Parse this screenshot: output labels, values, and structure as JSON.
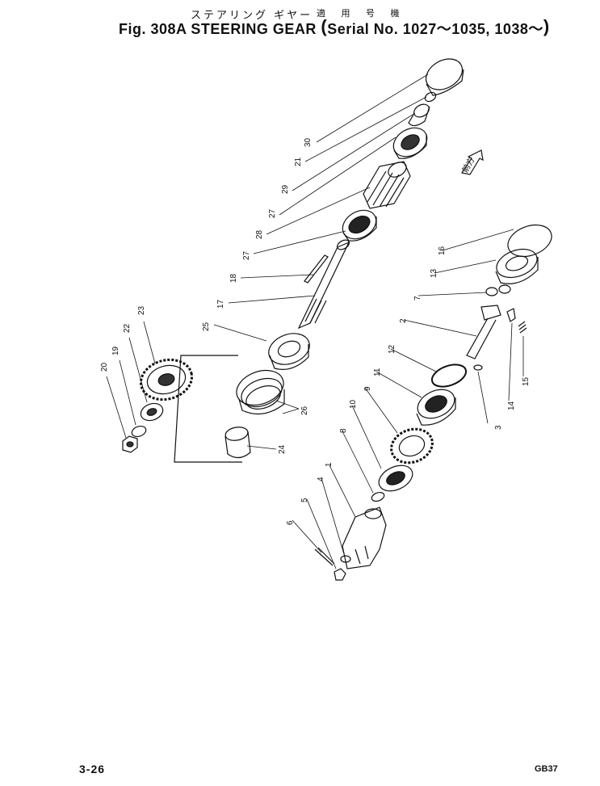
{
  "header": {
    "japanese_title": "ステアリング ギヤー",
    "japanese_serial": "適 用 号 機",
    "figure_title": "Fig. 308A STEERING GEAR",
    "serial_text": "Serial No. 1027～1035, 1038～"
  },
  "arrow_label": "前方",
  "callouts": [
    "30",
    "21",
    "29",
    "27",
    "28",
    "27",
    "18",
    "17",
    "25",
    "23",
    "22",
    "19",
    "20",
    "26",
    "24",
    "16",
    "13",
    "7",
    "2",
    "12",
    "11",
    "9",
    "10",
    "8",
    "1",
    "4",
    "5",
    "6",
    "3",
    "14",
    "15"
  ],
  "footer": {
    "page_number": "3-26",
    "code": "GB37"
  }
}
